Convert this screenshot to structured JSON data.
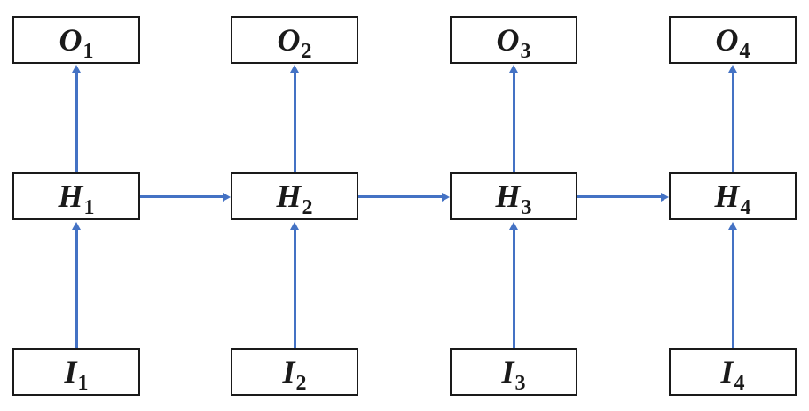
{
  "diagram": {
    "colors": {
      "arrow": "#4472C4",
      "box_border": "#1a1a1a",
      "box_fill": "#ffffff",
      "text": "#1a1a1a",
      "background": "#ffffff"
    },
    "nodes": {
      "O1": {
        "letter": "O",
        "sub": "1",
        "row": "output"
      },
      "O2": {
        "letter": "O",
        "sub": "2",
        "row": "output"
      },
      "O3": {
        "letter": "O",
        "sub": "3",
        "row": "output"
      },
      "O4": {
        "letter": "O",
        "sub": "4",
        "row": "output"
      },
      "H1": {
        "letter": "H",
        "sub": "1",
        "row": "hidden"
      },
      "H2": {
        "letter": "H",
        "sub": "2",
        "row": "hidden"
      },
      "H3": {
        "letter": "H",
        "sub": "3",
        "row": "hidden"
      },
      "H4": {
        "letter": "H",
        "sub": "4",
        "row": "hidden"
      },
      "I1": {
        "letter": "I",
        "sub": "1",
        "row": "input"
      },
      "I2": {
        "letter": "I",
        "sub": "2",
        "row": "input"
      },
      "I3": {
        "letter": "I",
        "sub": "3",
        "row": "input"
      },
      "I4": {
        "letter": "I",
        "sub": "4",
        "row": "input"
      }
    },
    "edges": [
      {
        "from": "I1",
        "to": "H1"
      },
      {
        "from": "I2",
        "to": "H2"
      },
      {
        "from": "I3",
        "to": "H3"
      },
      {
        "from": "I4",
        "to": "H4"
      },
      {
        "from": "H1",
        "to": "O1"
      },
      {
        "from": "H2",
        "to": "O2"
      },
      {
        "from": "H3",
        "to": "O3"
      },
      {
        "from": "H4",
        "to": "O4"
      },
      {
        "from": "H1",
        "to": "H2"
      },
      {
        "from": "H2",
        "to": "H3"
      },
      {
        "from": "H3",
        "to": "H4"
      }
    ]
  }
}
